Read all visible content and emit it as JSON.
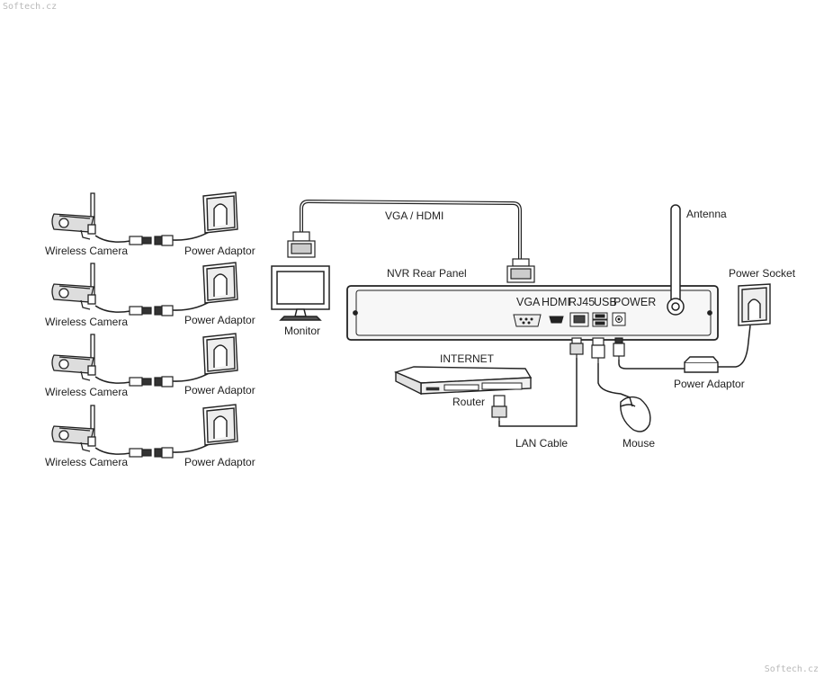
{
  "watermark": {
    "top_left": "Softech.cz",
    "bottom_right": "Softech.cz"
  },
  "cameras": [
    {
      "camera_label": "Wireless Camera",
      "adaptor_label": "Power Adaptor"
    },
    {
      "camera_label": "Wireless Camera",
      "adaptor_label": "Power Adaptor"
    },
    {
      "camera_label": "Wireless Camera",
      "adaptor_label": "Power Adaptor"
    },
    {
      "camera_label": "Wireless Camera",
      "adaptor_label": "Power Adaptor"
    }
  ],
  "labels": {
    "vga_hdmi": "VGA / HDMI",
    "monitor": "Monitor",
    "nvr_rear_panel": "NVR Rear Panel",
    "antenna": "Antenna",
    "power_socket": "Power Socket",
    "internet": "INTERNET",
    "router": "Router",
    "lan_cable": "LAN Cable",
    "mouse": "Mouse",
    "power_adaptor": "Power Adaptor"
  },
  "ports": [
    "VGA",
    "HDMI",
    "RJ45",
    "USB",
    "POWER"
  ],
  "colors": {
    "line": "#222222",
    "panel_fill": "#f7f7f7",
    "watermark": "#b9b9b9"
  }
}
